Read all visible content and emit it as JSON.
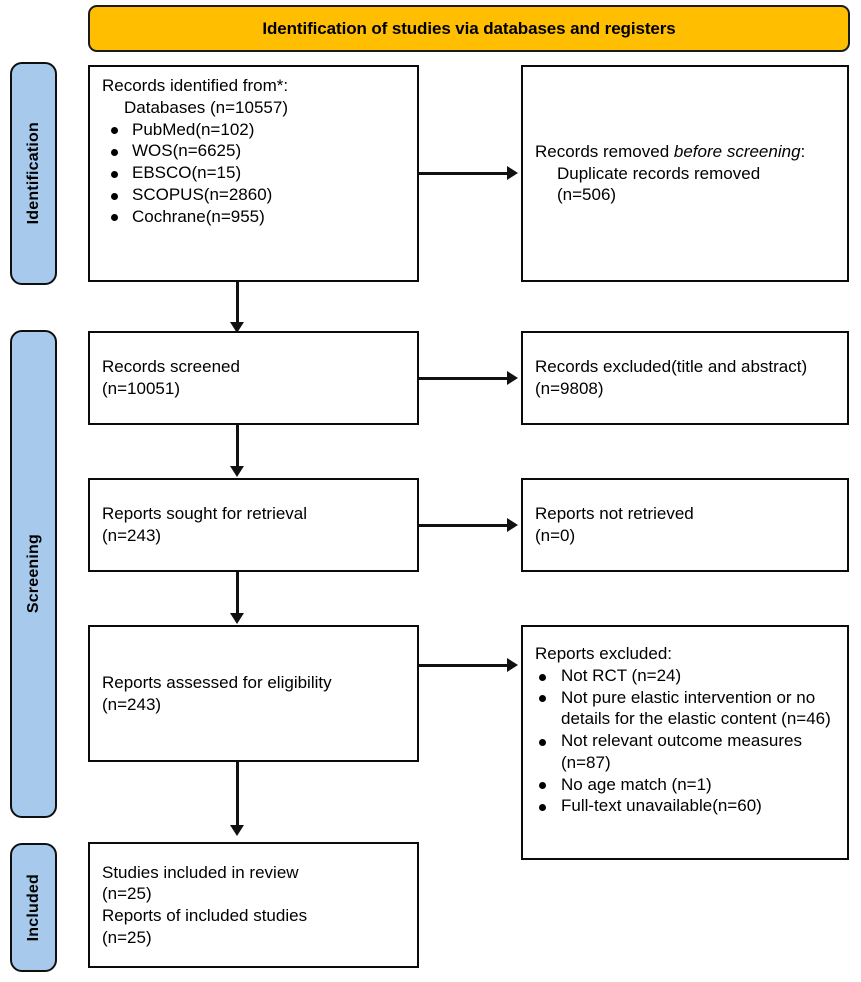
{
  "banner": {
    "title": "Identification of studies via databases and registers"
  },
  "colors": {
    "banner_fill": "#FFBF00",
    "stage_tab_fill": "#A6C9EC",
    "box_border": "#0B0B0B",
    "text": "#000000"
  },
  "stages": [
    {
      "id": "identification",
      "label": "Identification"
    },
    {
      "id": "screening",
      "label": "Screening"
    },
    {
      "id": "included",
      "label": "Included"
    }
  ],
  "boxes": {
    "records_identified": {
      "title": "Records identified from*:",
      "subtitle": "Databases (n=10557)",
      "sources": [
        "PubMed(n=102)",
        "WOS(n=6625)",
        "EBSCO(n=15)",
        "SCOPUS(n=2860)",
        "Cochrane(n=955)"
      ]
    },
    "records_removed": {
      "lead": "Records removed ",
      "emphasis": "before screening",
      "lead_tail": ":",
      "detail": "Duplicate records removed",
      "count": "(n=506)"
    },
    "records_screened": {
      "label": "Records screened",
      "count": "(n=10051)"
    },
    "records_excluded": {
      "label": "Records excluded(title and abstract)(n=9808)"
    },
    "reports_sought": {
      "label": "Reports sought for retrieval",
      "count": "(n=243)"
    },
    "reports_not_retrieved": {
      "label": "Reports not retrieved",
      "count": "(n=0)"
    },
    "reports_assessed": {
      "label": "Reports assessed for eligibility",
      "count": "(n=243)"
    },
    "reports_excluded": {
      "title": "Reports excluded:",
      "reasons": [
        "Not RCT (n=24)",
        "Not pure elastic intervention or no details for the elastic content (n=46)",
        "Not relevant outcome measures (n=87)",
        "No age match (n=1)",
        "Full-text unavailable(n=60)"
      ]
    },
    "studies_included": {
      "line1": "Studies included in review",
      "count1": "(n=25)",
      "line2": "Reports of included studies",
      "count2": "(n=25)"
    }
  }
}
